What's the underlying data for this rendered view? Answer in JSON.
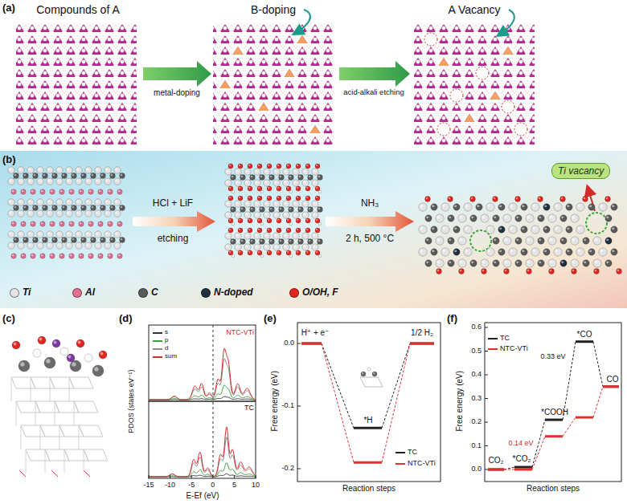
{
  "diagram": {
    "nodes": [
      {
        "text": [
          "Ti vacancy"
        ]
      }
    ],
    "labels": [
      "(a)",
      "Compounds of A",
      "B-doping",
      "A Vacancy",
      "metal-doping",
      "acid-alkali etching",
      "(b)",
      "HCl + LiF",
      "etching",
      "NH₃",
      "2 h, 500 °C",
      "(c)",
      "(d)",
      "NTC-VTi",
      "TC",
      "PDOS (states eV⁻¹)",
      "-15",
      "-10",
      "-5",
      "0",
      "5",
      "10",
      "E-Ef (eV)",
      "(e)",
      "0.0",
      "-0.1",
      "-0.2",
      "Free energy (eV)",
      "H⁺ + e⁻",
      "1/2 H₂",
      "*H",
      "Reaction steps",
      "(f)",
      "0.0",
      "0.1",
      "0.2",
      "0.3",
      "0.4",
      "0.5",
      "0.6",
      "Free energy (eV)",
      "CO₂",
      "*CO₂",
      "*COOH",
      "*CO",
      "CO",
      "0.33 eV",
      "0.14 eV",
      "Reaction steps"
    ],
    "legend": [
      {
        "text": "Ti",
        "color": "#e4e4e4"
      },
      {
        "text": "Al",
        "color": "#e0708e"
      },
      {
        "text": "C",
        "color": "#5a5a5a"
      },
      {
        "text": "N-doped",
        "color": "#1f2f40"
      },
      {
        "text": "O/OH, F",
        "color": "#e0261e"
      },
      {
        "text": "s"
      },
      {
        "text": "p"
      },
      {
        "text": "d"
      },
      {
        "text": "sum"
      },
      {
        "text": "TC"
      },
      {
        "text": "NTC-VTi"
      },
      {
        "text": "TC"
      },
      {
        "text": "NTC-VTi"
      }
    ]
  }
}
